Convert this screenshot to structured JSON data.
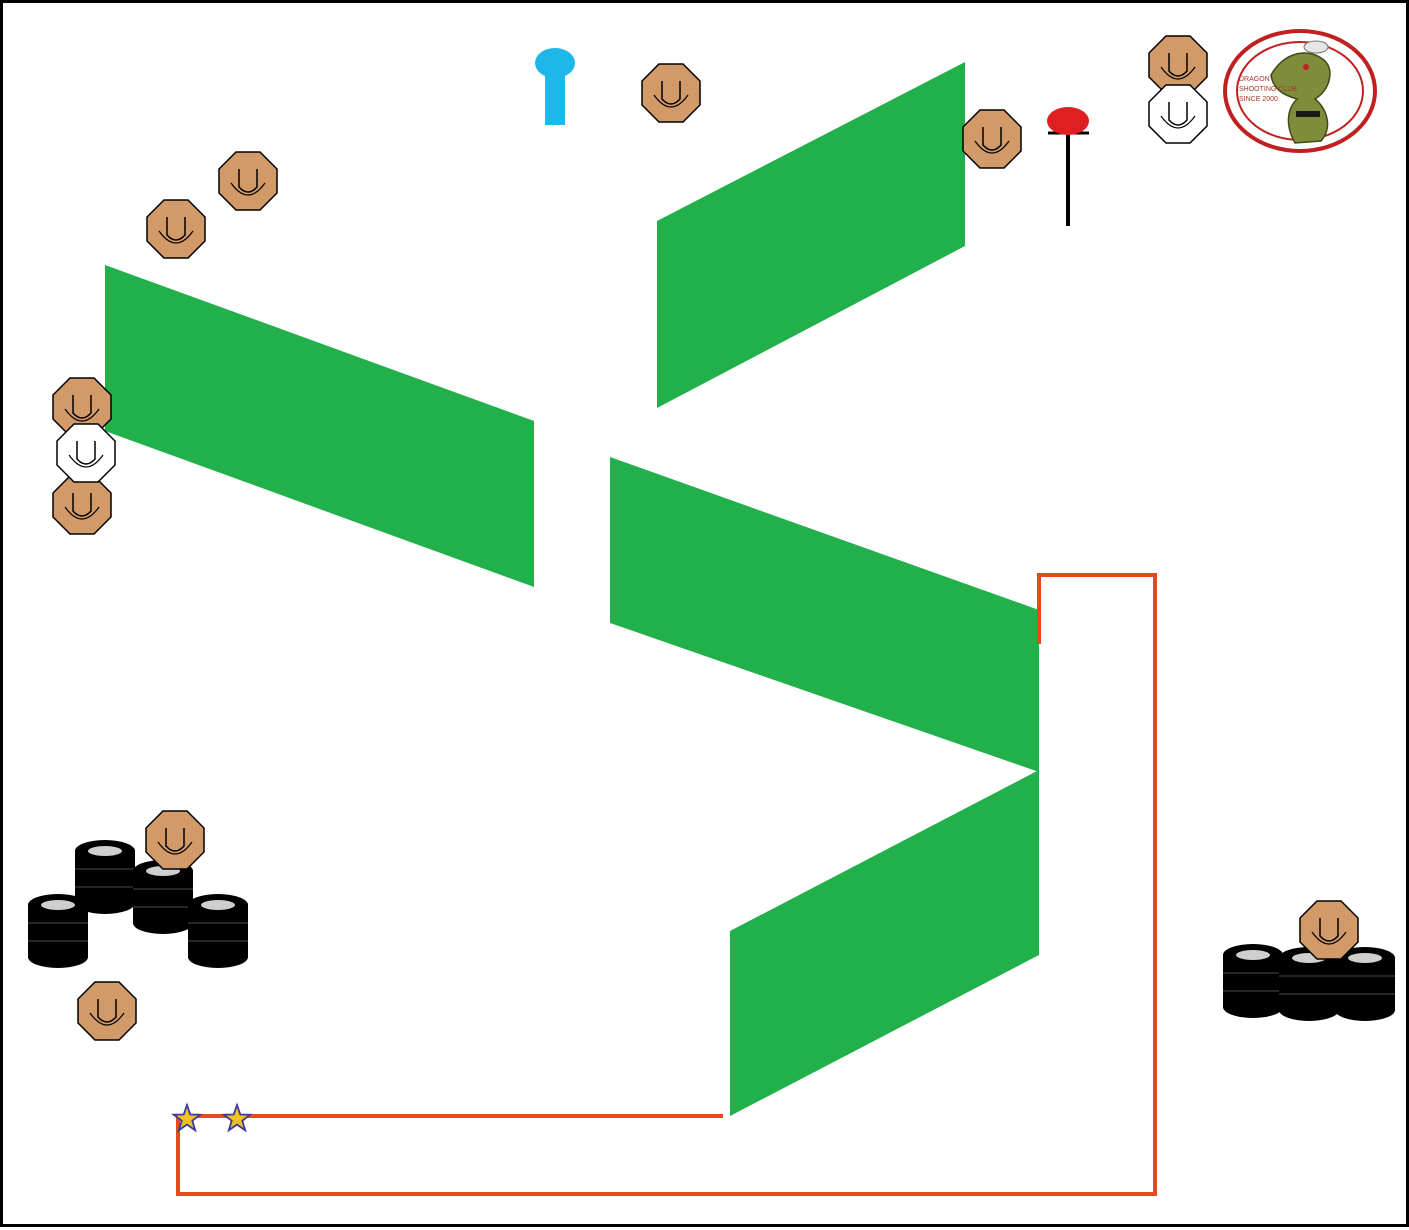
{
  "stage": {
    "name": "shooting-stage-diagram",
    "background": "#ffffff",
    "border_color": "#000000"
  },
  "colors": {
    "wall": "#22b04b",
    "fault_line": "#e8481c",
    "target_tan": "#d29a68",
    "target_white": "#ffffff",
    "target_outline": "#000000",
    "tire": "#000000",
    "tire_rim": "#cfcfcf",
    "popper_blue": "#1eb8e8",
    "plate_red": "#e02020",
    "star_fill": "#f2c022",
    "star_outline": "#3a3aa0",
    "logo_ring": "#c02020"
  },
  "legend_items": {
    "paper_target": "shoot-target",
    "no_shoot_target": "no-shoot-target",
    "popper": "popper-steel",
    "plate": "plate-steel",
    "start_position": "start-star",
    "barricade": "tire-stack",
    "wall": "vision-barrier",
    "fault_line": "shooting-area-boundary"
  },
  "logo": {
    "icon": "dragon-club-logo",
    "text_lines": [
      "DRAGON",
      "SHOOTING CLUB",
      "SINCE 2000"
    ]
  }
}
